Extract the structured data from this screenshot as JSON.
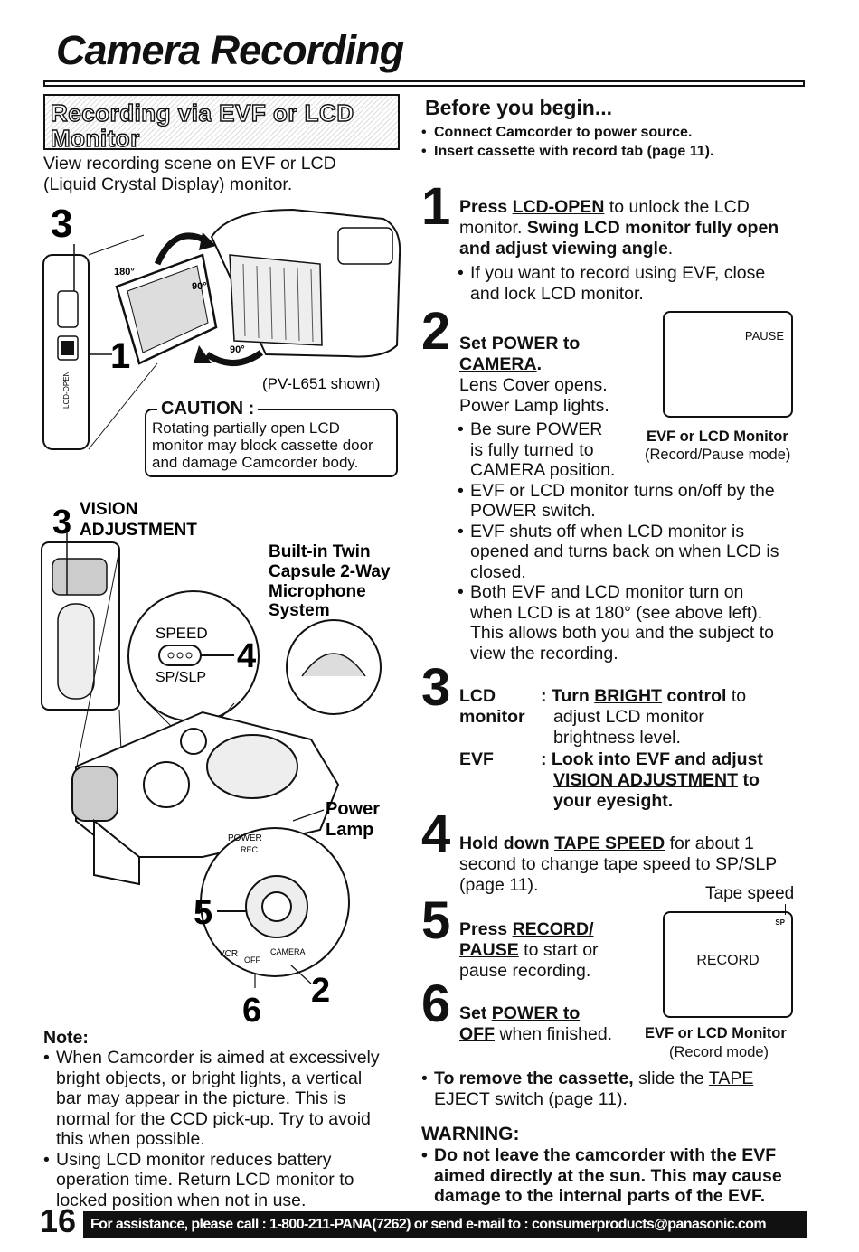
{
  "title": "Camera Recording",
  "section_heading": {
    "line1": "Recording via EVF or LCD",
    "line2": "Monitor"
  },
  "intro": {
    "line1": "View recording scene on EVF or LCD",
    "line2": "(Liquid Crystal Display) monitor."
  },
  "figure1": {
    "callout_3": "3",
    "callout_1": "1",
    "angle_180": "180°",
    "angle_90a": "90°",
    "angle_90b": "90°",
    "side_label": "LCD-OPEN",
    "model_note": "(PV-L651 shown)"
  },
  "caution": {
    "title": "CAUTION :",
    "line1": "Rotating partially open LCD",
    "line2": "monitor may block cassette door",
    "line3": "and damage Camcorder body."
  },
  "figure2": {
    "vision_num": "3",
    "vision_line1": "VISION",
    "vision_line2": "ADJUSTMENT",
    "mic_line1": "Built-in Twin",
    "mic_line2": "Capsule 2-Way",
    "mic_line3": "Microphone",
    "mic_line4": "System",
    "speed_label": "SPEED",
    "spslp_label": "SP/SLP",
    "callout_4": "4",
    "power_lamp_1": "Power",
    "power_lamp_2": "Lamp",
    "dial_power": "POWER",
    "dial_rec": "REC",
    "dial_vcr": "VCR",
    "dial_off": "OFF",
    "dial_camera": "CAMERA",
    "callout_5": "5",
    "callout_6": "6",
    "callout_2": "2"
  },
  "note": {
    "title": "Note:",
    "items": [
      [
        "When Camcorder is aimed at excessively",
        "bright objects, or bright lights, a vertical",
        "bar may appear in the picture. This is",
        "normal for the CCD pick-up. Try to avoid",
        "this when possible."
      ],
      [
        "Using LCD monitor reduces battery",
        "operation time. Return LCD monitor to",
        "locked position when not in use."
      ]
    ]
  },
  "before": {
    "title": "Before you begin...",
    "items": [
      "Connect Camcorder to power source.",
      "Insert cassette with record tab (page 11)."
    ]
  },
  "step1": {
    "num": "1",
    "a": "Press ",
    "a_u": "LCD-OPEN",
    "a2": " to unlock the LCD",
    "b": "monitor. ",
    "b_b": "Swing LCD monitor fully open",
    "c_b": "and adjust viewing angle",
    "c2": ".",
    "bullet1": "If you want to record using EVF, close",
    "bullet2": "and lock LCD monitor."
  },
  "step2": {
    "num": "2",
    "title1": "Set POWER to",
    "title2": "CAMERA",
    "title2_end": ".",
    "desc1": "Lens Cover opens.",
    "desc2": "Power Lamp lights.",
    "bullets": [
      [
        "Be sure POWER",
        "is fully turned to",
        "CAMERA position."
      ],
      [
        "EVF or LCD monitor turns on/off by the",
        "POWER switch."
      ],
      [
        "EVF shuts off when LCD monitor is",
        "opened and turns back on when LCD is",
        "closed."
      ],
      [
        "Both EVF and LCD monitor turn on",
        "when LCD is at 180° (see above left).",
        "This allows both you and the subject to",
        "view the recording."
      ]
    ],
    "screen_text": "PAUSE",
    "screen_caption1": "EVF or LCD Monitor",
    "screen_caption2": "(Record/Pause mode)"
  },
  "step3": {
    "num": "3",
    "lcd_label1": "LCD",
    "lcd_label2": "monitor",
    "lcd_t1_pre": ": Turn ",
    "lcd_t1_u": "BRIGHT",
    "lcd_t1_b": " control",
    "lcd_t1_end": " to",
    "lcd_t2": "adjust LCD monitor",
    "lcd_t3": "brightness level.",
    "evf_label": "EVF",
    "evf_t1": ": Look into EVF and adjust",
    "evf_t2": "VISION ADJUSTMENT",
    "evf_t2_end": " to",
    "evf_t3": "your eyesight."
  },
  "step4": {
    "num": "4",
    "line1_b": "Hold down ",
    "line1_u": "TAPE SPEED",
    "line1_end": " for about 1",
    "line2": "second to change tape speed to SP/SLP",
    "line3": "(page 11).",
    "tape_speed_label": "Tape speed"
  },
  "step5": {
    "num": "5",
    "line1_b": "Press ",
    "line1_u": "RECORD/",
    "line2_u": "PAUSE",
    "line2_end": " to start or",
    "line3": "pause recording."
  },
  "step6": {
    "num": "6",
    "line1_b": "Set ",
    "line1_u": "POWER to",
    "line2_u": "OFF",
    "line2_end": " when finished."
  },
  "screen2": {
    "sp": "SP",
    "text": "RECORD",
    "caption1": "EVF or LCD Monitor",
    "caption2": "(Record mode)"
  },
  "remove": {
    "b": "To remove the cassette,",
    "t1": " slide the ",
    "u1": "TAPE",
    "u2": "EJECT",
    "t2": " switch (page 11)."
  },
  "warning": {
    "title": "WARNING:",
    "line1": "Do not leave the camcorder with the EVF",
    "line2": "aimed directly at the sun. This may cause",
    "line3": "damage to the internal parts of the EVF."
  },
  "page_number": "16",
  "footer": "For assistance, please call : 1-800-211-PANA(7262) or send e-mail to : consumerproducts@panasonic.com"
}
